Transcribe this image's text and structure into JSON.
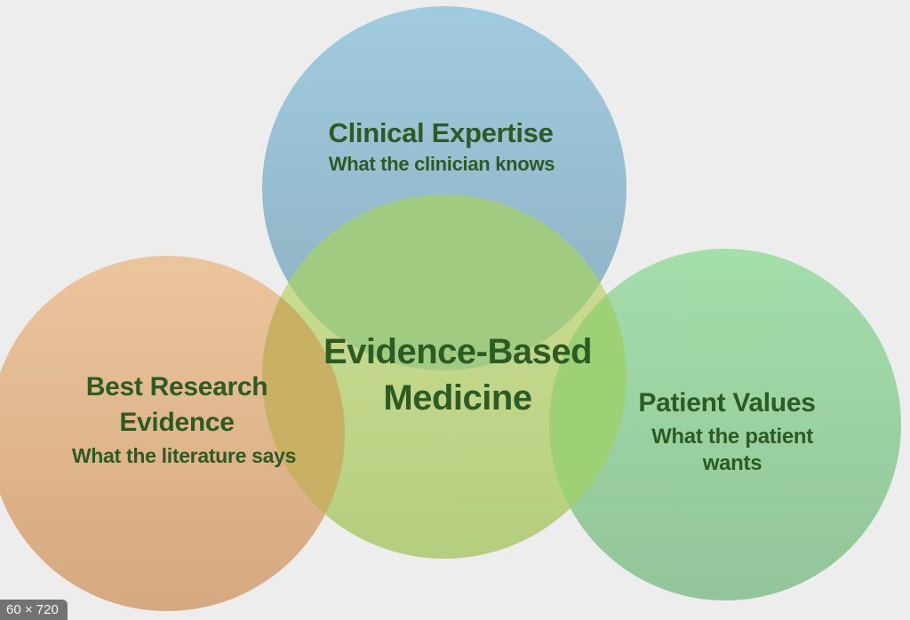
{
  "canvas": {
    "background": "#ededee"
  },
  "venn": {
    "text_color": "#2c5b24",
    "top_circle": {
      "title": "Clinical Expertise",
      "subtitle": "What the clinician knows",
      "fill_top": "#a1cbde",
      "fill_bottom": "#8cb0c1"
    },
    "left_circle": {
      "title": "Best Research\nEvidence",
      "subtitle": "What the literature says",
      "fill_top": "#ebc59c",
      "fill_bottom": "#d6a87f"
    },
    "right_circle": {
      "title": "Patient Values",
      "subtitle": "What the patient wants",
      "fill_top": "#a4deab",
      "fill_bottom": "#92c599"
    },
    "center_circle": {
      "label": "Evidence-Based\nMedicine",
      "fill_top": "#cfe096",
      "fill_bottom": "#b5cd7f"
    },
    "overlaps": {
      "top_center": "#a0cb81",
      "left_center": "#c8b065",
      "right_center": "#9ed076"
    }
  },
  "overlay": {
    "size_badge": "60 × 720"
  }
}
